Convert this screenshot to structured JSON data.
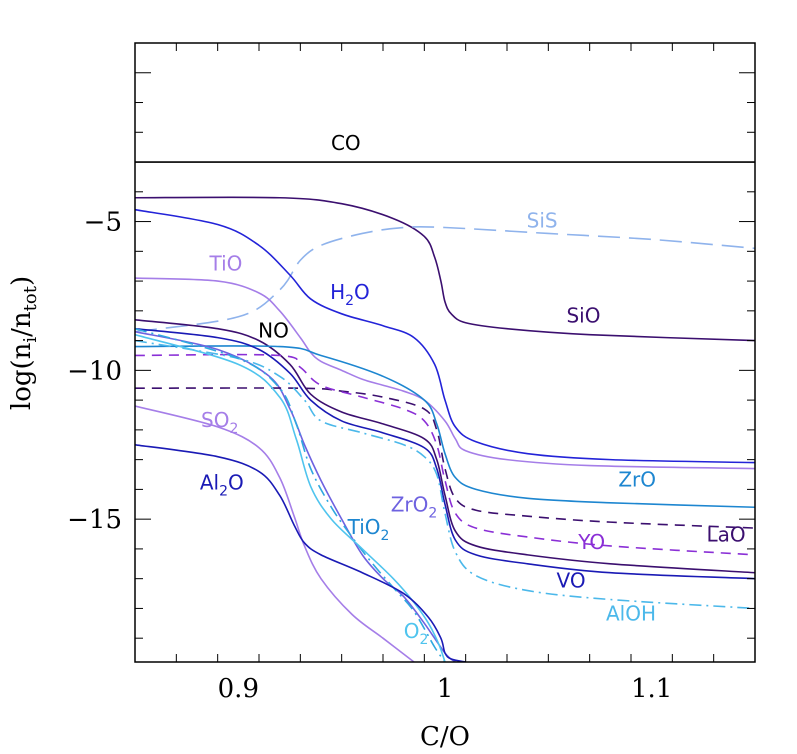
{
  "chart_data": {
    "type": "line",
    "xlabel": "C/O",
    "ylabel_parts": {
      "pre": "log(n",
      "sub1": "i",
      "mid": "/n",
      "sub2": "tot",
      "post": ")"
    },
    "xlim": [
      0.85,
      1.15
    ],
    "ylim": [
      -19.8,
      1.0
    ],
    "xticks": [
      {
        "value": 0.9,
        "label": "0.9"
      },
      {
        "value": 1.0,
        "label": "1"
      },
      {
        "value": 1.1,
        "label": "1.1"
      }
    ],
    "yticks": [
      {
        "value": -5,
        "label": "−5"
      },
      {
        "value": -10,
        "label": "−10"
      },
      {
        "value": -15,
        "label": "−15"
      }
    ],
    "grid": false,
    "legend": "none",
    "series": [
      {
        "name": "CO",
        "color": "#000000",
        "dash": "solid",
        "x": [
          0.85,
          1.15
        ],
        "y": [
          -3.0,
          -3.0
        ],
        "label_pos": {
          "x": 0.952,
          "y": -2.6
        },
        "label_color": "#000000"
      },
      {
        "name": "SiO",
        "color": "#3b0f6f",
        "dash": "solid",
        "x": [
          0.85,
          0.92,
          0.95,
          0.975,
          0.99,
          0.995,
          0.998,
          1.0,
          1.003,
          1.01,
          1.03,
          1.07,
          1.15
        ],
        "y": [
          -4.2,
          -4.2,
          -4.4,
          -4.9,
          -5.5,
          -6.2,
          -7.0,
          -7.7,
          -8.1,
          -8.4,
          -8.6,
          -8.8,
          -9.0
        ],
        "label_pos": {
          "x": 1.067,
          "y": -8.4
        },
        "label_color": "#3b0f6f"
      },
      {
        "name": "SiS",
        "color": "#8fb3ec",
        "dash": "longdash",
        "x": [
          0.85,
          0.9,
          0.92,
          0.93,
          0.94,
          0.96,
          0.98,
          1.0,
          1.05,
          1.1,
          1.15
        ],
        "y": [
          -8.7,
          -8.2,
          -7.3,
          -6.3,
          -5.8,
          -5.4,
          -5.2,
          -5.2,
          -5.4,
          -5.6,
          -5.9
        ],
        "label_pos": {
          "x": 1.047,
          "y": -5.2
        },
        "label_color": "#8fb3ec"
      },
      {
        "name": "H₂O",
        "name_parts": {
          "pre": "H",
          "sub": "2",
          "post": "O"
        },
        "color": "#2323d8",
        "dash": "solid",
        "x": [
          0.85,
          0.89,
          0.91,
          0.925,
          0.935,
          0.95,
          0.97,
          0.985,
          0.995,
          1.0,
          1.005,
          1.015,
          1.04,
          1.08,
          1.15
        ],
        "y": [
          -4.6,
          -5.1,
          -5.8,
          -6.8,
          -7.6,
          -8.1,
          -8.5,
          -8.9,
          -9.8,
          -11.0,
          -11.9,
          -12.4,
          -12.8,
          -13.0,
          -13.1
        ],
        "label_pos": {
          "x": 0.954,
          "y": -7.6
        },
        "label_color": "#2323d8"
      },
      {
        "name": "TiO",
        "color": "#a57ee8",
        "dash": "solid",
        "x": [
          0.85,
          0.89,
          0.91,
          0.92,
          0.93,
          0.935,
          0.94,
          0.95,
          0.96,
          0.97,
          0.98,
          0.99,
          1.0,
          1.005,
          1.01,
          1.03,
          1.07,
          1.15
        ],
        "y": [
          -6.9,
          -7.0,
          -7.4,
          -8.0,
          -8.9,
          -9.4,
          -9.7,
          -10.0,
          -10.3,
          -10.5,
          -10.7,
          -11.0,
          -11.7,
          -12.3,
          -12.7,
          -13.0,
          -13.2,
          -13.3
        ],
        "label_pos": {
          "x": 0.894,
          "y": -6.65
        },
        "label_color": "#a57ee8"
      },
      {
        "name": "NO",
        "color": "#3b0f6f",
        "dash": "solid",
        "x": [
          0.85,
          0.89,
          0.91,
          0.925,
          0.935,
          0.95,
          0.97,
          0.99,
          0.996,
          1.0,
          1.005,
          1.015,
          1.04,
          1.08,
          1.15
        ],
        "y": [
          -8.3,
          -8.6,
          -9.0,
          -9.8,
          -10.8,
          -11.4,
          -11.8,
          -12.3,
          -13.0,
          -14.2,
          -15.4,
          -15.9,
          -16.2,
          -16.5,
          -16.8
        ],
        "label_pos": {
          "x": 0.917,
          "y": -8.9
        },
        "label_color": "#000000"
      },
      {
        "name": "ZrO",
        "color": "#1d86d0",
        "dash": "solid",
        "x": [
          0.85,
          0.92,
          0.94,
          0.97,
          0.99,
          0.996,
          1.0,
          1.005,
          1.015,
          1.04,
          1.08,
          1.15
        ],
        "y": [
          -9.2,
          -9.2,
          -9.5,
          -10.2,
          -11.0,
          -11.8,
          -12.8,
          -13.6,
          -14.0,
          -14.3,
          -14.45,
          -14.6
        ],
        "label_pos": {
          "x": 1.093,
          "y": -13.9
        },
        "label_color": "#1d86d0"
      },
      {
        "name": "ZrO₂",
        "name_parts": {
          "pre": "ZrO",
          "sub": "2",
          "post": ""
        },
        "color": "#6e62e0",
        "dash": "solid",
        "x": [
          0.85,
          0.89,
          0.915,
          0.925,
          0.932,
          0.94,
          0.95,
          0.96,
          0.97,
          0.98,
          0.99,
          1.0,
          1.005
        ],
        "y": [
          -8.7,
          -9.3,
          -10.2,
          -11.3,
          -12.5,
          -13.7,
          -15.0,
          -16.2,
          -17.0,
          -17.6,
          -18.5,
          -19.5,
          -19.8
        ],
        "label_pos": {
          "x": 0.985,
          "y": -14.75
        },
        "label_color": "#6e62e0"
      },
      {
        "name": "LaO",
        "color": "#3b0f6f",
        "dash": "dashed",
        "x": [
          0.85,
          0.93,
          0.95,
          0.97,
          0.99,
          0.996,
          1.0,
          1.005,
          1.015,
          1.04,
          1.08,
          1.15
        ],
        "y": [
          -10.6,
          -10.6,
          -10.7,
          -10.9,
          -11.3,
          -12.0,
          -13.3,
          -14.3,
          -14.7,
          -14.9,
          -15.1,
          -15.3
        ],
        "label_pos": {
          "x": 1.136,
          "y": -15.75
        },
        "label_color": "#3b0f6f"
      },
      {
        "name": "YO",
        "color": "#8a2fd6",
        "dash": "dashed",
        "x": [
          0.85,
          0.92,
          0.93,
          0.94,
          0.96,
          0.98,
          0.99,
          0.996,
          1.0,
          1.005,
          1.015,
          1.04,
          1.08,
          1.15
        ],
        "y": [
          -9.5,
          -9.5,
          -9.9,
          -10.5,
          -10.9,
          -11.3,
          -11.7,
          -12.5,
          -13.7,
          -14.8,
          -15.3,
          -15.6,
          -15.9,
          -16.2
        ],
        "label_pos": {
          "x": 1.071,
          "y": -16.0
        },
        "label_color": "#8a2fd6"
      },
      {
        "name": "VO",
        "color": "#1a1ab5",
        "dash": "solid",
        "x": [
          0.85,
          0.89,
          0.91,
          0.925,
          0.935,
          0.95,
          0.97,
          0.99,
          0.996,
          1.0,
          1.005,
          1.015,
          1.04,
          1.08,
          1.15
        ],
        "y": [
          -8.6,
          -8.9,
          -9.3,
          -10.1,
          -11.0,
          -11.7,
          -12.1,
          -12.6,
          -13.3,
          -14.5,
          -15.7,
          -16.2,
          -16.5,
          -16.8,
          -17.0
        ],
        "label_pos": {
          "x": 1.061,
          "y": -17.3
        },
        "label_color": "#1a1ab5"
      },
      {
        "name": "AlOH",
        "color": "#4bb8ea",
        "dash": "dashdot",
        "x": [
          0.85,
          0.9,
          0.92,
          0.932,
          0.94,
          0.96,
          0.98,
          0.99,
          0.996,
          1.0,
          1.005,
          1.015,
          1.04,
          1.08,
          1.15
        ],
        "y": [
          -9.0,
          -9.6,
          -10.2,
          -11.0,
          -11.7,
          -12.1,
          -12.5,
          -12.9,
          -13.5,
          -14.8,
          -16.1,
          -16.9,
          -17.4,
          -17.7,
          -18.0
        ],
        "label_pos": {
          "x": 1.09,
          "y": -18.4
        },
        "label_color": "#4bb8ea"
      },
      {
        "name": "TiO₂",
        "name_parts": {
          "pre": "TiO",
          "sub": "2",
          "post": ""
        },
        "color": "#2fa8e0",
        "dash": "dashdot",
        "x": [
          0.85,
          0.9,
          0.92,
          0.928,
          0.935,
          0.945,
          0.955,
          0.965,
          0.975,
          0.985,
          0.995,
          1.0
        ],
        "y": [
          -8.6,
          -9.6,
          -10.6,
          -11.8,
          -13.3,
          -14.6,
          -15.6,
          -16.5,
          -17.3,
          -18.1,
          -19.3,
          -19.8
        ],
        "label_pos": {
          "x": 0.963,
          "y": -15.5
        },
        "label_color": "#1d86d0"
      },
      {
        "name": "O₂",
        "name_parts": {
          "pre": "O",
          "sub": "2",
          "post": ""
        },
        "color": "#4fc4ee",
        "dash": "solid",
        "x": [
          0.85,
          0.9,
          0.92,
          0.928,
          0.935,
          0.945,
          0.96,
          0.975,
          0.985,
          0.992,
          0.997,
          1.0
        ],
        "y": [
          -8.8,
          -9.8,
          -10.9,
          -12.3,
          -13.9,
          -15.0,
          -16.0,
          -17.0,
          -17.8,
          -18.5,
          -19.2,
          -19.8
        ],
        "label_pos": {
          "x": 0.986,
          "y": -19.0
        },
        "label_color": "#4fc4ee"
      },
      {
        "name": "SO₂",
        "name_parts": {
          "pre": "SO",
          "sub": "2",
          "post": ""
        },
        "color": "#a57ee8",
        "dash": "solid",
        "x": [
          0.85,
          0.89,
          0.91,
          0.92,
          0.927,
          0.932,
          0.94,
          0.955,
          0.97,
          0.985
        ],
        "y": [
          -11.2,
          -11.9,
          -12.6,
          -13.6,
          -14.9,
          -15.9,
          -17.0,
          -18.2,
          -19.0,
          -19.8
        ],
        "label_pos": {
          "x": 0.891,
          "y": -11.9
        },
        "label_color": "#a57ee8"
      },
      {
        "name": "Al₂O",
        "name_parts": {
          "pre": "Al",
          "sub": "2",
          "post": "O"
        },
        "color": "#1a1ab5",
        "dash": "solid",
        "x": [
          0.85,
          0.89,
          0.91,
          0.92,
          0.927,
          0.932,
          0.94,
          0.96,
          0.98,
          0.992,
          0.998,
          1.0,
          1.003,
          1.01
        ],
        "y": [
          -12.5,
          -12.9,
          -13.4,
          -14.2,
          -15.2,
          -15.8,
          -16.2,
          -16.8,
          -17.5,
          -18.3,
          -19.0,
          -19.5,
          -19.7,
          -19.8
        ],
        "label_pos": {
          "x": 0.892,
          "y": -14.0
        },
        "label_color": "#1a1ab5"
      }
    ]
  }
}
